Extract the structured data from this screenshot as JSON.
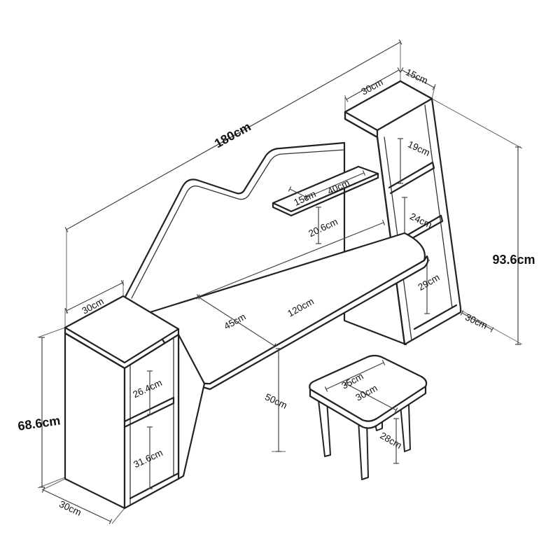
{
  "labels": {
    "overall_width": "180cm",
    "tower_depth": "30cm",
    "tower_top_width": "15cm",
    "tower_shelf_1": "19cm",
    "small_shelf_depth": "15cm",
    "small_shelf_width": "40cm",
    "tower_shelf_2": "24cm",
    "shelf_height": "20.6cm",
    "overall_height": "93.6cm",
    "tower_shelf_3": "29cm",
    "tower_base_depth": "30cm",
    "cabinet_width": "30cm",
    "desk_depth": "45cm",
    "desk_width": "120cm",
    "cabinet_shelf_1": "26.4cm",
    "cabinet_height": "68.6cm",
    "desk_height": "50cm",
    "stool_width": "35cm",
    "stool_depth": "30cm",
    "cabinet_shelf_2": "31.6cm",
    "stool_height": "28cm",
    "cabinet_depth": "30cm"
  },
  "colors": {
    "line": "#222222",
    "dimension": "#666666",
    "background": "#ffffff"
  }
}
